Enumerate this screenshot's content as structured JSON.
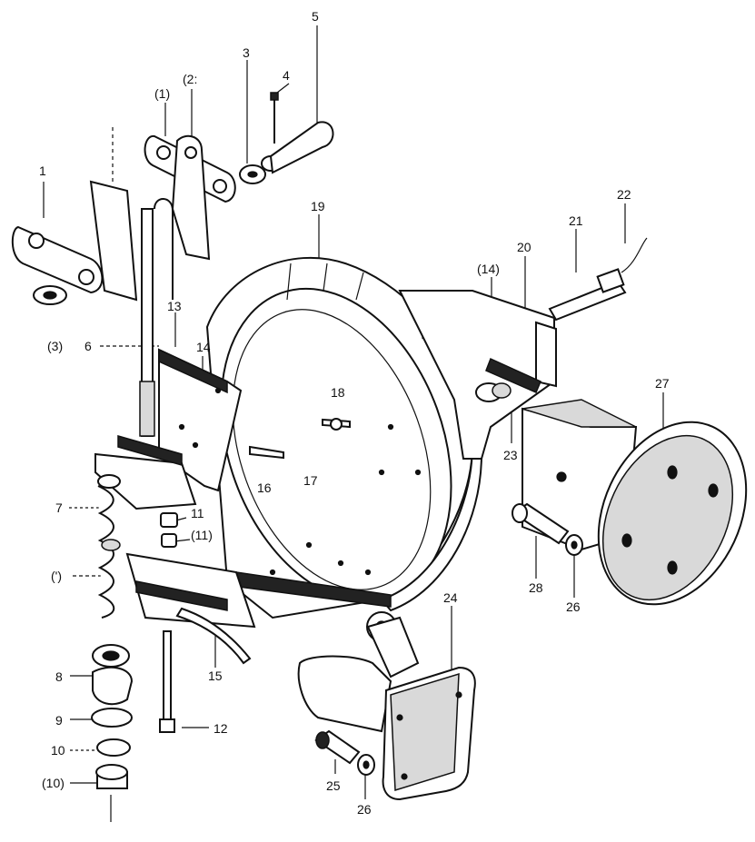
{
  "figure": {
    "labels": [
      {
        "id": "l5",
        "text": "5"
      },
      {
        "id": "l3a",
        "text": "3"
      },
      {
        "id": "l4",
        "text": "4"
      },
      {
        "id": "l2p",
        "text": "(2:"
      },
      {
        "id": "l1p",
        "text": "(1)"
      },
      {
        "id": "l1",
        "text": "1"
      },
      {
        "id": "l19",
        "text": "19"
      },
      {
        "id": "l22",
        "text": "22"
      },
      {
        "id": "l21",
        "text": "21"
      },
      {
        "id": "l20",
        "text": "20"
      },
      {
        "id": "l14p",
        "text": "(14)"
      },
      {
        "id": "l13",
        "text": "13"
      },
      {
        "id": "l14",
        "text": "14"
      },
      {
        "id": "l3p",
        "text": "(3)"
      },
      {
        "id": "l6",
        "text": "6"
      },
      {
        "id": "l27",
        "text": "27"
      },
      {
        "id": "l18",
        "text": "18"
      },
      {
        "id": "l23",
        "text": "23"
      },
      {
        "id": "l16",
        "text": "16"
      },
      {
        "id": "l17",
        "text": "17"
      },
      {
        "id": "l7",
        "text": "7"
      },
      {
        "id": "l11",
        "text": "11"
      },
      {
        "id": "l11p",
        "text": "(11)"
      },
      {
        "id": "l7p",
        "text": "(')"
      },
      {
        "id": "l28",
        "text": "28"
      },
      {
        "id": "l26a",
        "text": "26"
      },
      {
        "id": "l24",
        "text": "24"
      },
      {
        "id": "l15",
        "text": "15"
      },
      {
        "id": "l8",
        "text": "8"
      },
      {
        "id": "l9",
        "text": "9"
      },
      {
        "id": "l12",
        "text": "12"
      },
      {
        "id": "l10",
        "text": "10"
      },
      {
        "id": "l10p",
        "text": "(10)"
      },
      {
        "id": "l25",
        "text": "25"
      },
      {
        "id": "l26b",
        "text": "26"
      }
    ]
  }
}
